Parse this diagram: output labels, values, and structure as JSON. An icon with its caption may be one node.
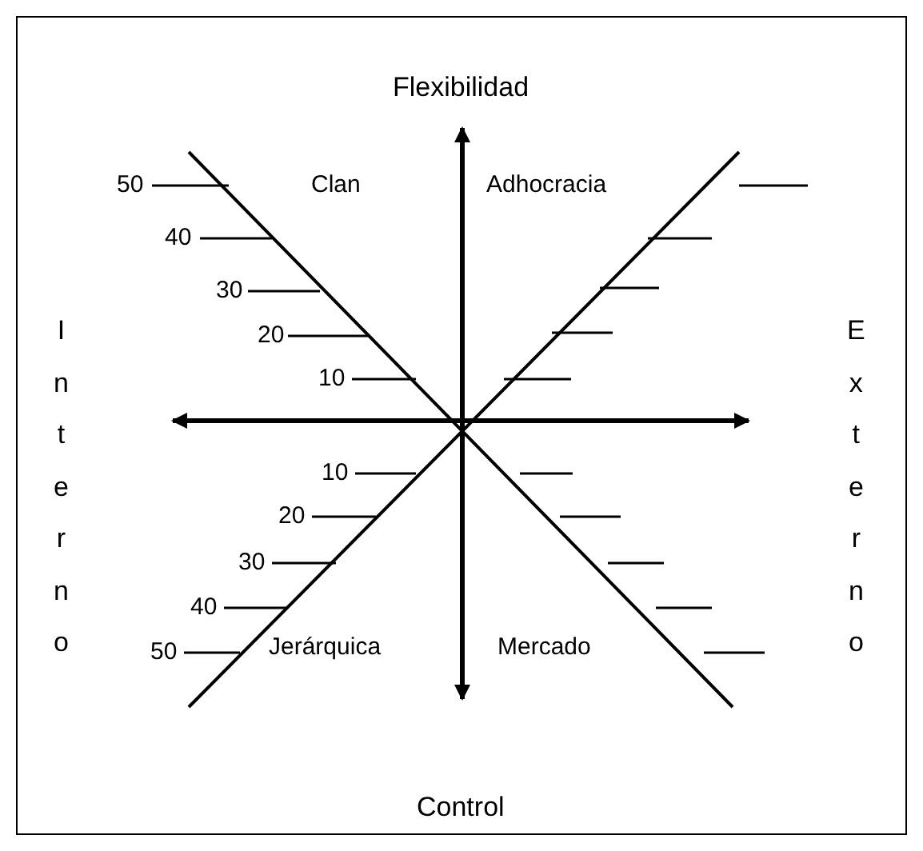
{
  "diagram": {
    "labels": [
      "Flexibilidad",
      "50",
      "Clan",
      "Adhocracia",
      "40",
      "30",
      "20",
      "10",
      "Interno",
      "Externo",
      "10",
      "20",
      "30",
      "40",
      "50",
      "Jerárquica",
      "Mercado",
      "Control"
    ]
  }
}
